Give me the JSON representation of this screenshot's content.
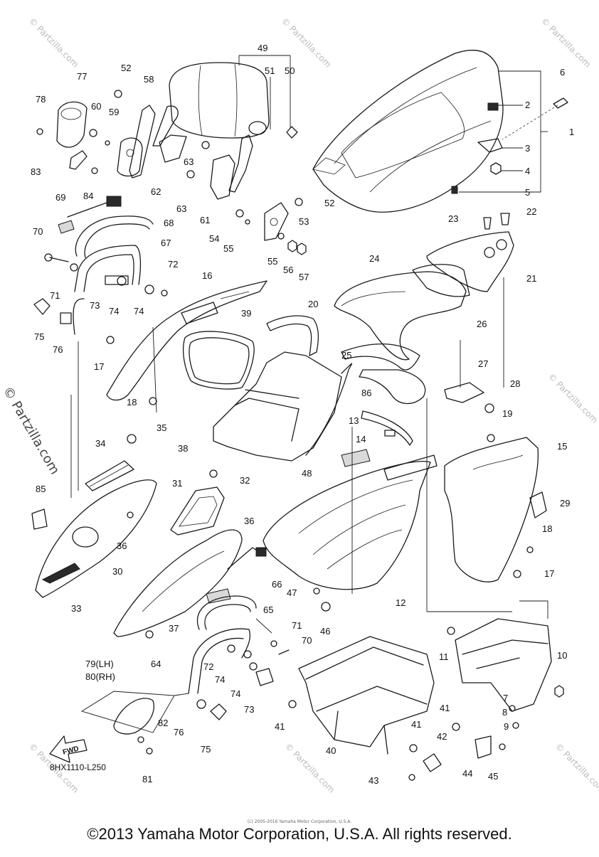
{
  "footer": {
    "copyright": "©2013 Yamaha Motor Corporation, U.S.A. All rights reserved.",
    "small_print": "(c) 2005-2016 Yamaha Motor Corporation, U.S.A."
  },
  "diagram": {
    "code": "8HX1110-L250",
    "fwd_label": "FWD",
    "watermark": "© Partzilla.com",
    "callouts": [
      "1",
      "2",
      "3",
      "4",
      "5",
      "6",
      "7",
      "8",
      "9",
      "10",
      "11",
      "12",
      "13",
      "14",
      "15",
      "16",
      "17",
      "18",
      "19",
      "20",
      "21",
      "22",
      "23",
      "24",
      "25",
      "26",
      "27",
      "28",
      "29",
      "30",
      "31",
      "32",
      "33",
      "34",
      "35",
      "36",
      "37",
      "38",
      "39",
      "40",
      "41",
      "42",
      "43",
      "44",
      "45",
      "46",
      "47",
      "48",
      "49",
      "50",
      "51",
      "52",
      "53",
      "54",
      "55",
      "56",
      "57",
      "58",
      "59",
      "60",
      "61",
      "62",
      "63",
      "64",
      "65",
      "66",
      "67",
      "68",
      "69",
      "70",
      "71",
      "72",
      "73",
      "74",
      "75",
      "76",
      "77",
      "78",
      "79(LH)",
      "80(RH)",
      "81",
      "82",
      "83",
      "84",
      "85",
      "86"
    ]
  }
}
